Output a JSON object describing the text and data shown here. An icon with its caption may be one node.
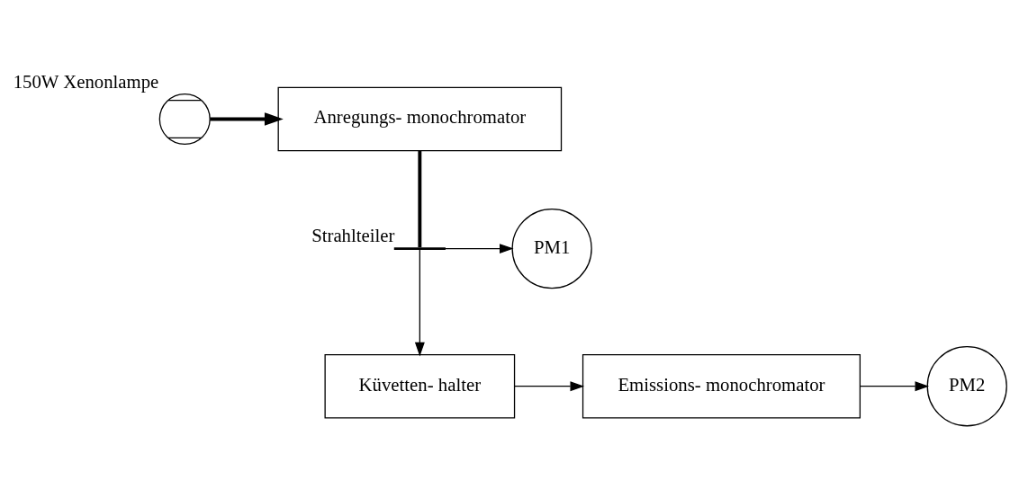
{
  "diagram": {
    "nodes": [
      {
        "text": [
          "Anregungs- monochromator"
        ]
      },
      {
        "text": [],
        "shape": "circle",
        "beside": [
          "150W Xenonlampe"
        ]
      },
      {
        "text": [],
        "shape": "line",
        "beside": [
          "Strahlteiler"
        ]
      },
      {
        "text": [
          "PM1"
        ]
      },
      {
        "text": [
          "Küvetten- halter"
        ]
      },
      {
        "text": [
          "Emissions- monochromator"
        ]
      },
      {
        "text": [
          "PM2"
        ]
      }
    ],
    "edges": [
      {
        "from": 1,
        "to": 0,
        "arrow": "to",
        "style": "thick"
      },
      {
        "from": 0,
        "to": 2,
        "arrow": "none",
        "style": "thick"
      },
      {
        "from": 2,
        "to": 3,
        "arrow": "to"
      },
      {
        "from": 2,
        "to": 4,
        "arrow": "to"
      },
      {
        "from": 4,
        "to": 5,
        "arrow": "to"
      },
      {
        "from": 5,
        "to": 6,
        "arrow": "to"
      }
    ]
  }
}
